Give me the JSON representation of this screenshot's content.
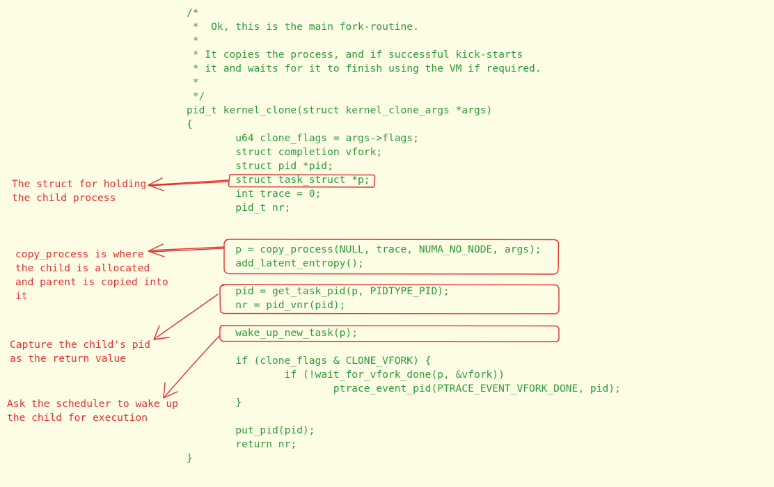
{
  "code_lines": [
    "/*",
    " *  Ok, this is the main fork-routine.",
    " *",
    " * It copies the process, and if successful kick-starts",
    " * it and waits for it to finish using the VM if required.",
    " *",
    " */",
    "pid_t kernel_clone(struct kernel_clone_args *args)",
    "{",
    "        u64 clone_flags = args->flags;",
    "        struct completion vfork;",
    "        struct pid *pid;",
    "        struct task_struct *p;",
    "        int trace = 0;",
    "        pid_t nr;",
    "",
    "",
    "        p = copy_process(NULL, trace, NUMA_NO_NODE, args);",
    "        add_latent_entropy();",
    "",
    "        pid = get_task_pid(p, PIDTYPE_PID);",
    "        nr = pid_vnr(pid);",
    "",
    "        wake_up_new_task(p);",
    "",
    "        if (clone_flags & CLONE_VFORK) {",
    "                if (!wait_for_vfork_done(p, &vfork))",
    "                        ptrace_event_pid(PTRACE_EVENT_VFORK_DONE, pid);",
    "        }",
    "",
    "        put_pid(pid);",
    "        return nr;",
    "}"
  ],
  "annotations": {
    "task_struct_note": "The struct for holding\nthe child process",
    "copy_process_note": "copy_process is where\nthe child is allocated\nand parent is copied into\nit",
    "pid_note": "Capture the child's pid\nas the return value",
    "wake_up_note": "Ask the scheduler to wake up\nthe child for execution"
  },
  "colors": {
    "background": "#fdfde5",
    "code": "#2e9a3b",
    "annotation": "#e03131"
  }
}
